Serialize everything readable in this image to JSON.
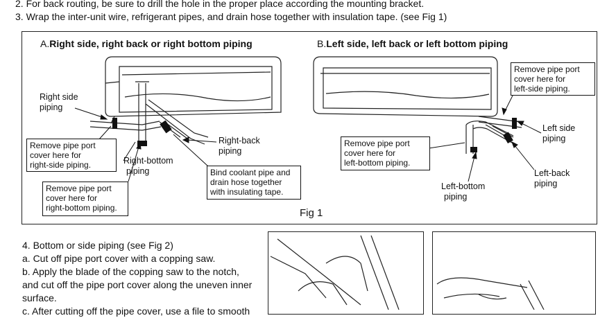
{
  "header_lines": [
    "2. For back routing, be sure to drill the hole in the proper place according the mounting bracket.",
    "3. Wrap the inter-unit wire, refrigerant pipes, and drain hose together with insulation tape.  (see Fig 1)"
  ],
  "fig1": {
    "caption": "Fig 1",
    "section_a": {
      "letter": "A.",
      "title": "Right side, right back or right bottom piping",
      "labels": {
        "right_side": [
          "Right side",
          "piping"
        ],
        "right_back": [
          "Right-back",
          "piping"
        ],
        "right_bottom": [
          "Right-bottom",
          "piping"
        ]
      },
      "boxes": {
        "remove_right_side": [
          "Remove pipe port",
          "cover here for",
          "right-side piping."
        ],
        "remove_right_bottom": [
          "Remove pipe port",
          "cover here for",
          "right-bottom piping."
        ],
        "bind": [
          "Bind coolant pipe and",
          "drain hose together",
          "with insulating tape."
        ]
      }
    },
    "section_b": {
      "letter": "B.",
      "title": "Left side,  left back or left bottom piping",
      "labels": {
        "left_side": [
          "Left side",
          "piping"
        ],
        "left_back": [
          "Left-back",
          "piping"
        ],
        "left_bottom": [
          "Left-bottom",
          "piping"
        ]
      },
      "boxes": {
        "remove_left_side": [
          "Remove pipe port",
          "cover here for",
          "left-side piping."
        ],
        "remove_left_bottom": [
          "Remove pipe port",
          "cover here for",
          "left-bottom piping."
        ]
      }
    }
  },
  "steps": {
    "lines": [
      "4. Bottom or side piping (see Fig 2)",
      "a. Cut off pipe port cover with a copping saw.",
      "b. Apply the blade of the copping saw to the notch,",
      "and cut off the pipe port cover along the uneven inner",
      "surface.",
      "c. After cutting off the pipe cover, use a file to smooth"
    ]
  }
}
